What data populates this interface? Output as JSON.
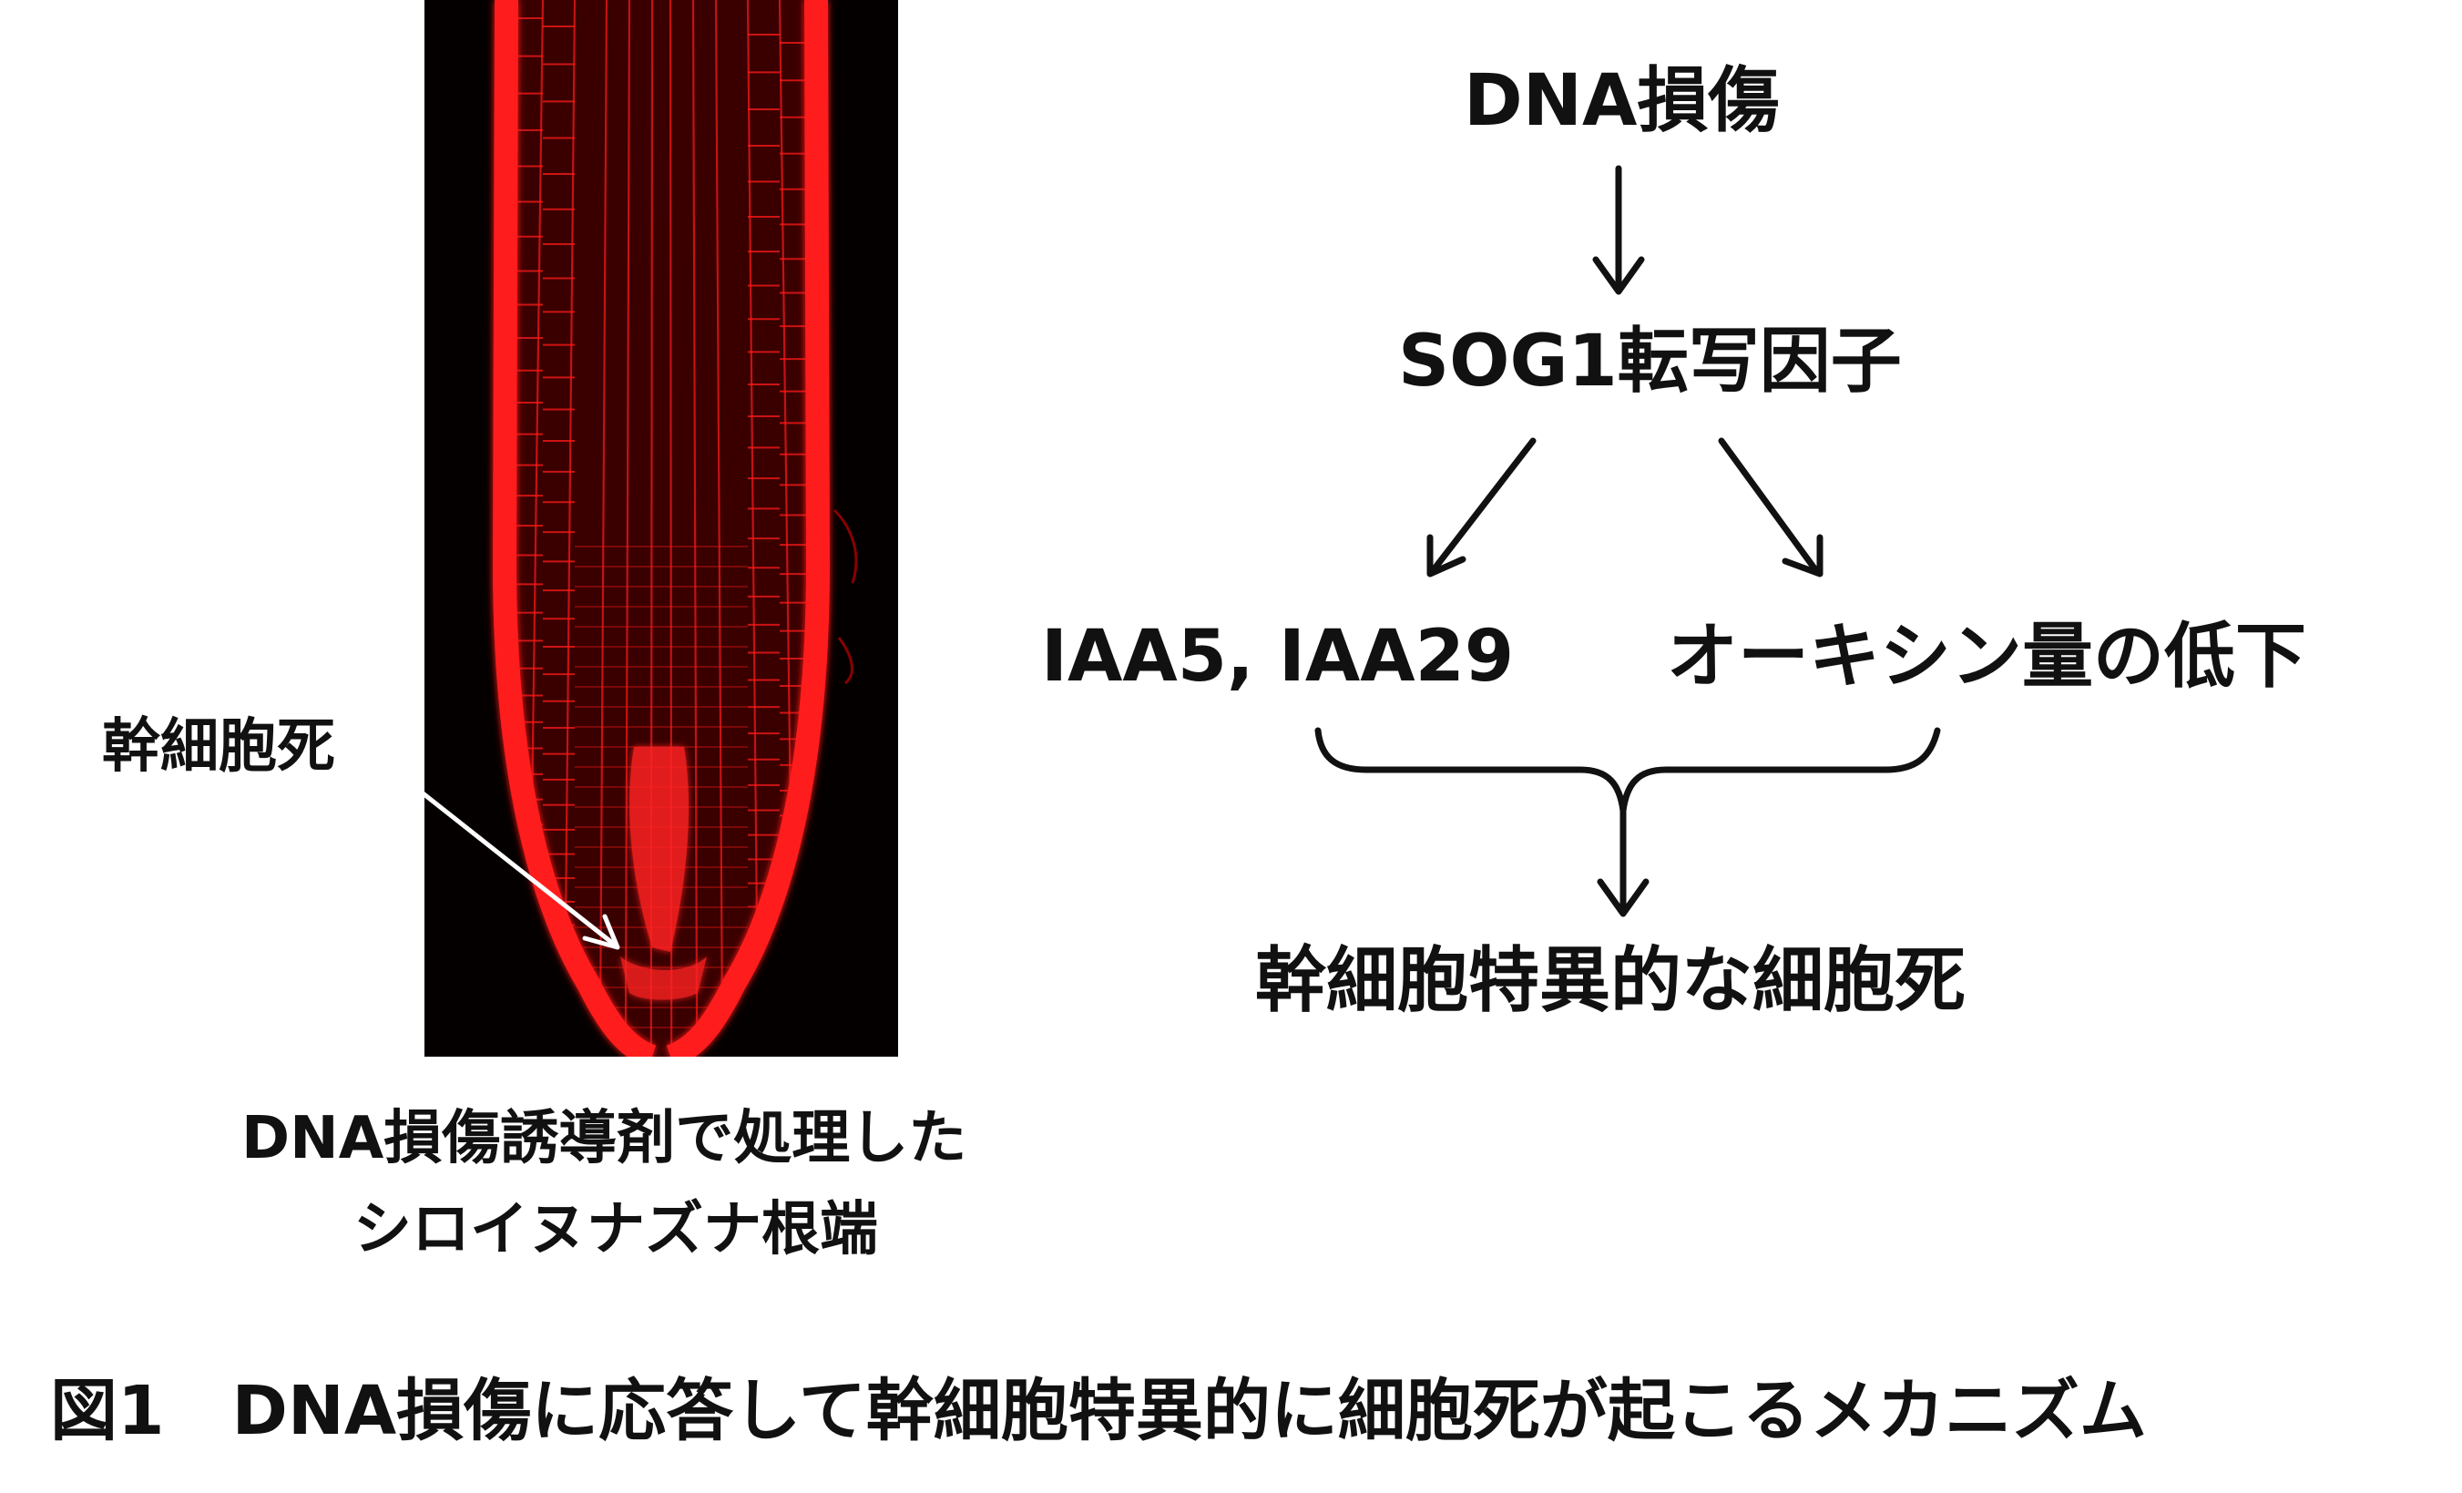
{
  "root_annotation": "幹細胞死",
  "root_caption": {
    "line1": "DNA損傷誘導剤で処理した",
    "line2": "シロイヌナズナ根端"
  },
  "flow": {
    "top": "DNA損傷",
    "middle": "SOG1転写因子",
    "left_branch": "IAA5, IAA29",
    "right_branch": "オーキシン量の低下",
    "result": "幹細胞特異的な細胞死"
  },
  "figure_caption": "図1　DNA損傷に応答して幹細胞特異的に細胞死が起こるメカニズム",
  "colors": {
    "fluorescence": "#ff1a1a",
    "background_dark": "#050000",
    "text": "#111111",
    "annotation_arrow": "#ffffff"
  }
}
